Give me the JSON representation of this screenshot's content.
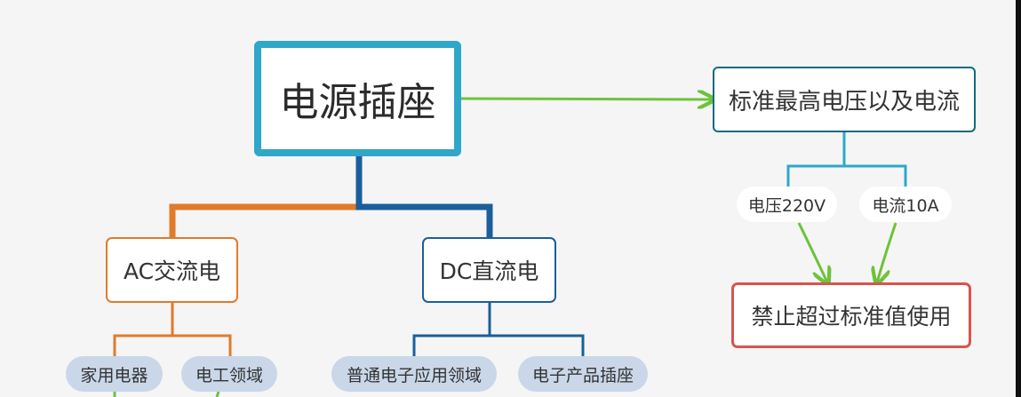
{
  "colors": {
    "root_border": "#2fa7c9",
    "ac_branch": "#e07b2a",
    "dc_branch": "#1b5e9c",
    "std_branch": "#2fa7c9",
    "std_border": "#0e6b80",
    "arrow": "#6cc33a",
    "forbid_border": "#d9534f",
    "pill_blue": "#c9d7e9"
  },
  "nodes": {
    "root": "电源插座",
    "standard": "标准最高电压以及电流",
    "ac": "AC交流电",
    "dc": "DC直流电",
    "voltage": "电压220V",
    "current": "电流10A",
    "forbid": "禁止超过标准值使用",
    "home_appliance": "家用电器",
    "electrician": "电工领域",
    "general_electronics": "普通电子应用领域",
    "product_socket": "电子产品插座"
  }
}
